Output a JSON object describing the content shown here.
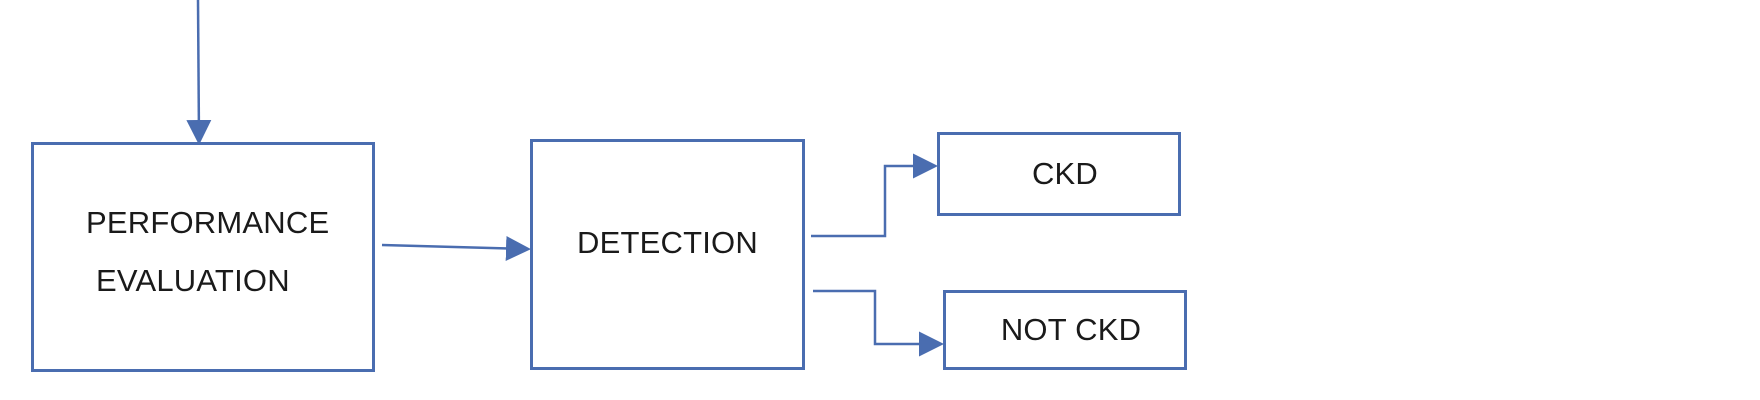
{
  "diagram": {
    "style": {
      "line_color": "#4a6db0",
      "box_border_color": "#4a6db0",
      "text_color": "#1a1a1a",
      "background": "#ffffff"
    },
    "nodes": {
      "performance": {
        "line1": "PERFORMANCE",
        "line2": "EVALUATION"
      },
      "detection": {
        "label": "DETECTION"
      },
      "ckd": {
        "label": "CKD"
      },
      "not_ckd": {
        "label": "NOT CKD"
      }
    },
    "edges": [
      {
        "from": "above",
        "to": "performance"
      },
      {
        "from": "performance",
        "to": "detection"
      },
      {
        "from": "detection",
        "to": "ckd"
      },
      {
        "from": "detection",
        "to": "not_ckd"
      }
    ]
  }
}
